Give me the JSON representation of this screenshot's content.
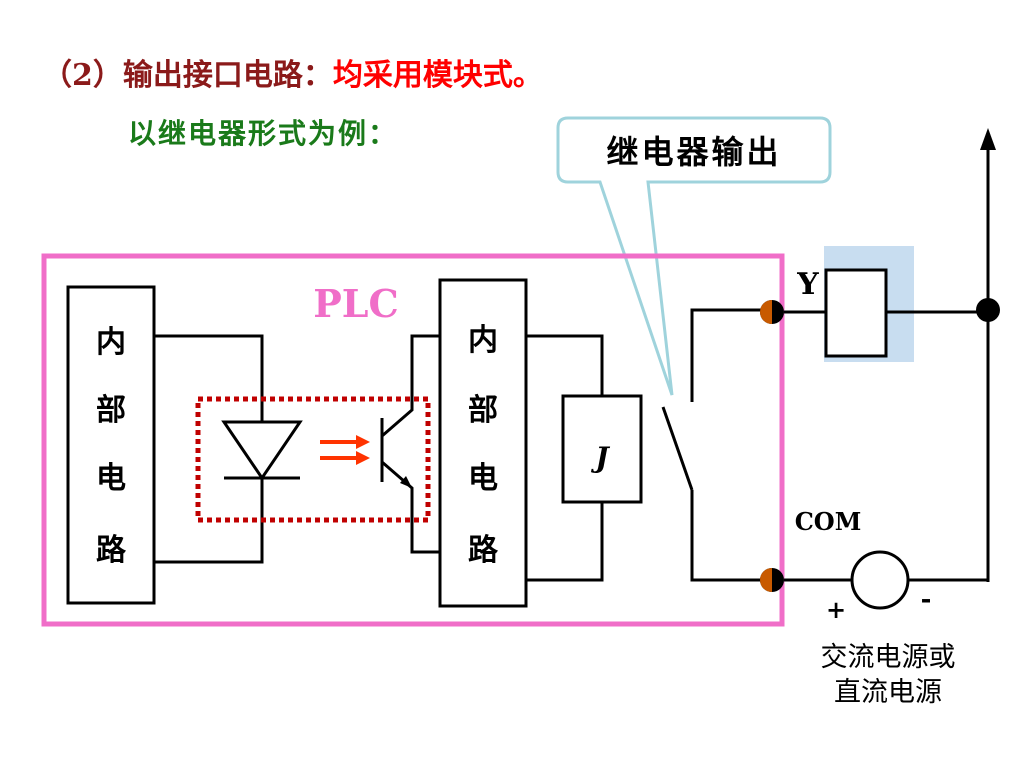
{
  "title": {
    "prefix": "（2）输出接口电路：",
    "highlight": "均采用模块式。"
  },
  "subtitle": "以继电器形式为例：",
  "callout": "继电器输出",
  "plc_label": "PLC",
  "internal_circuit_left": [
    "内",
    "部",
    "电",
    "路"
  ],
  "internal_circuit_right": [
    "内",
    "部",
    "电",
    "路"
  ],
  "relay_coil_label": "J",
  "load_label": "Y",
  "com_label": "COM",
  "plus_label": "+",
  "minus_label": "-",
  "power_source_label": [
    "交流电源或",
    "直流电源"
  ],
  "colors": {
    "title": "#8b1a1a",
    "highlight": "#ff0000",
    "subtitle": "#1a7a1a",
    "plc_border": "#f06ec8",
    "plc_label": "#f06ec8",
    "optocoupler_box": "#c00000",
    "arrow": "#ff3300",
    "callout_border": "#9fd3dc",
    "load_background": "#c8ddf0"
  }
}
